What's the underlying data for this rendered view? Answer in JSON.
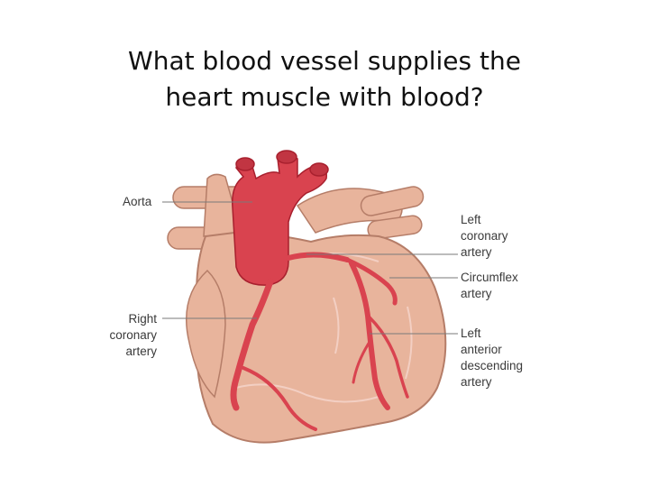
{
  "slide": {
    "title_line1": "What blood vessel supplies the",
    "title_line2": "heart muscle with blood?"
  },
  "diagram": {
    "labels": {
      "aorta": "Aorta",
      "right_coronary": [
        "Right",
        "coronary",
        "artery"
      ],
      "left_coronary": [
        "Left",
        "coronary",
        "artery"
      ],
      "circumflex": [
        "Circumflex",
        "artery"
      ],
      "lad": [
        "Left",
        "anterior",
        "descending",
        "artery"
      ]
    },
    "colors": {
      "heart_tissue": "#e8b49c",
      "heart_outline": "#b57d68",
      "artery": "#d9434f",
      "artery_dark": "#a8202e",
      "fat_vessels": "#f3cfc3"
    }
  }
}
